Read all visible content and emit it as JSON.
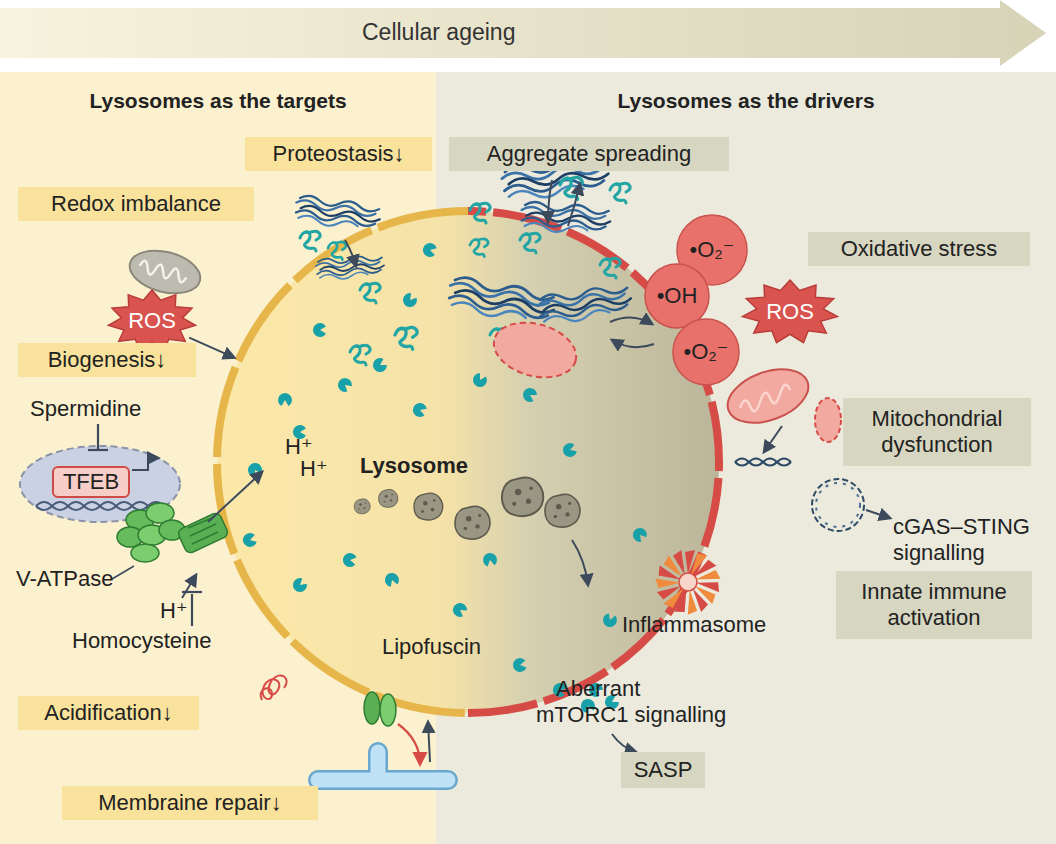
{
  "diagram": {
    "nodes": [
      {
        "text": [
          "Cellular ageing"
        ]
      },
      {
        "text": [
          "Lysosomes as the targets"
        ]
      },
      {
        "text": [
          "Proteostasis↓"
        ],
        "in": 1
      },
      {
        "text": [
          "Redox imbalance"
        ],
        "in": 1
      },
      {
        "text": [
          "ROS"
        ],
        "in": 1
      },
      {
        "text": [
          "Biogenesis↓"
        ],
        "in": 1
      },
      {
        "text": [
          "TFEB"
        ],
        "in": 1
      },
      {
        "text": [
          "Acidification↓"
        ],
        "in": 1
      },
      {
        "text": [
          "Membraine repair↓"
        ],
        "in": 1
      },
      {
        "text": [
          "Lysosomes as the drivers"
        ]
      },
      {
        "text": [
          "Aggregate spreading"
        ],
        "in": 9
      },
      {
        "text": [
          "•O₂⁻"
        ],
        "in": 9
      },
      {
        "text": [
          "Oxidative stress"
        ],
        "in": 9
      },
      {
        "text": [
          "•OH"
        ],
        "in": 9
      },
      {
        "text": [
          "ROS"
        ],
        "in": 9
      },
      {
        "text": [
          "•O₂⁻"
        ],
        "in": 9
      },
      {
        "text": [
          "Mitochondrial dysfunction"
        ],
        "in": 9
      },
      {
        "text": [
          "Innate immune activation"
        ],
        "in": 9
      },
      {
        "text": [
          "SASP"
        ],
        "in": 9
      },
      {
        "text": [
          "Lysosome"
        ]
      }
    ],
    "edges": [
      {
        "from": 4,
        "to": 19,
        "arrow": "to"
      }
    ],
    "labels": [
      "Spermidine",
      "V-ATPase",
      "H⁺",
      "H⁺",
      "H⁺",
      "Homocysteine",
      "Lipofuscin",
      "Aberrant mTORC1 signalling",
      "cGAS–STING signalling",
      "Inflammasome"
    ]
  }
}
